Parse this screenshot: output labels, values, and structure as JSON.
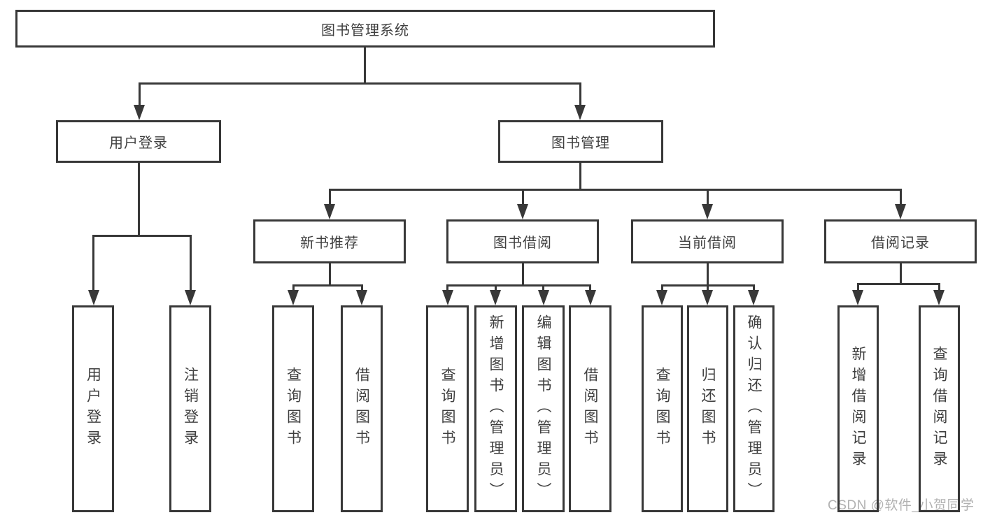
{
  "tree": {
    "root": {
      "label": "图书管理系统",
      "children": [
        {
          "label": "用户登录",
          "children": [
            {
              "label": "用户登录"
            },
            {
              "label": "注销登录"
            }
          ]
        },
        {
          "label": "图书管理",
          "children": [
            {
              "label": "新书推荐",
              "children": [
                {
                  "label": "查询图书"
                },
                {
                  "label": "借阅图书"
                }
              ]
            },
            {
              "label": "图书借阅",
              "children": [
                {
                  "label": "查询图书"
                },
                {
                  "label": "新增图书（管理员）"
                },
                {
                  "label": "编辑图书（管理员）"
                },
                {
                  "label": "借阅图书"
                }
              ]
            },
            {
              "label": "当前借阅",
              "children": [
                {
                  "label": "查询图书"
                },
                {
                  "label": "归还图书"
                },
                {
                  "label": "确认归还（管理员）"
                }
              ]
            },
            {
              "label": "借阅记录",
              "children": [
                {
                  "label": "新增借阅记录"
                },
                {
                  "label": "查询借阅记录"
                }
              ]
            }
          ]
        }
      ]
    }
  },
  "watermark": "CSDN @软件_小贺同学",
  "colors": {
    "line": "#383838",
    "text": "#3f3f3f",
    "watermark": "#b2b2b2",
    "background": "#ffffff"
  }
}
